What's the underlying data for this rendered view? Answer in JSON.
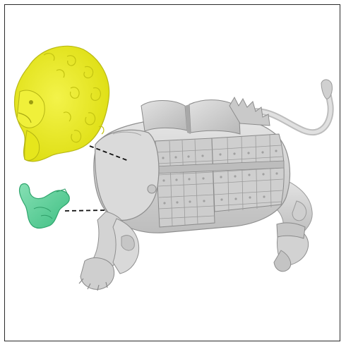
{
  "figure": {
    "parts": [
      {
        "name": "lion-head-part",
        "color": "#eaea1a",
        "edge_color": "#b9b916"
      },
      {
        "name": "jaw-piece-part",
        "color": "#5fd19a",
        "edge_color": "#2fa56d"
      }
    ],
    "body": {
      "name": "armored-lion-body",
      "color": "#d7d7d7",
      "shade": "#b3b3b3",
      "dark": "#8d8d8d"
    },
    "leader_lines": [
      {
        "name": "head-leader-line",
        "target": "head"
      },
      {
        "name": "jaw-leader-line",
        "target": "jaw"
      }
    ],
    "frame_color": "#2a2a2a"
  }
}
